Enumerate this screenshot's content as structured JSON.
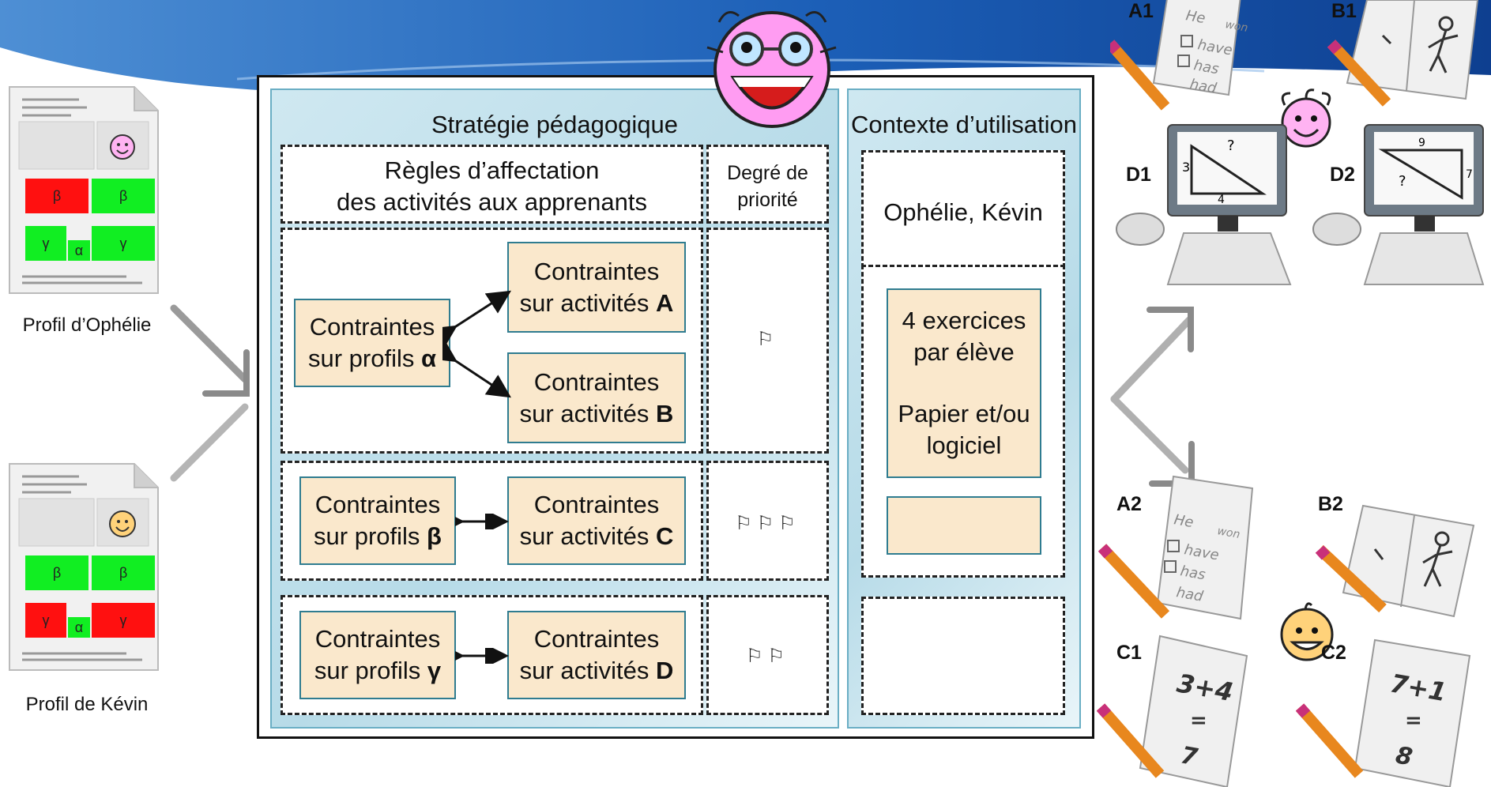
{
  "profiles": {
    "ophelie": {
      "caption": "Profil d’Ophélie",
      "row1": [
        {
          "label": "β",
          "color": "#ff1010"
        },
        {
          "label": "β",
          "color": "#11ee22"
        }
      ],
      "row2": [
        {
          "label": "γ",
          "color": "#11ee22"
        },
        {
          "label": "α",
          "color": "#11ee22"
        },
        {
          "label": "γ",
          "color": "#11ee22"
        }
      ]
    },
    "kevin": {
      "caption": "Profil de Kévin",
      "row1": [
        {
          "label": "β",
          "color": "#11ee22"
        },
        {
          "label": "β",
          "color": "#11ee22"
        }
      ],
      "row2": [
        {
          "label": "γ",
          "color": "#ff1010"
        },
        {
          "label": "α",
          "color": "#11ee22"
        },
        {
          "label": "γ",
          "color": "#ff1010"
        }
      ]
    }
  },
  "strategy": {
    "title": "Stratégie pédagogique",
    "rules_header_line1": "Règles d’affectation",
    "rules_header_line2": "des activités aux apprenants",
    "priority_header_line1": "Degré de",
    "priority_header_line2": "priorité",
    "rule1": {
      "profile_text": "Contraintes",
      "profile_text2": "sur profils ",
      "profile_bold": "α",
      "activity_a_text": "Contraintes",
      "activity_a_text2": "sur activités ",
      "activity_a_bold": "A",
      "activity_b_text": "Contraintes",
      "activity_b_text2": "sur activités ",
      "activity_b_bold": "B",
      "flags": "⚐"
    },
    "rule2": {
      "profile_text": "Contraintes",
      "profile_text2": "sur profils ",
      "profile_bold": "β",
      "activity_text": "Contraintes",
      "activity_text2": "sur activités ",
      "activity_bold": "C",
      "flags": "⚐⚐⚐"
    },
    "rule3": {
      "profile_text": "Contraintes",
      "profile_text2": "sur profils ",
      "profile_bold": "γ",
      "activity_text": "Contraintes",
      "activity_text2": "sur activités ",
      "activity_bold": "D",
      "flags": "⚐⚐"
    }
  },
  "context": {
    "title": "Contexte d’utilisation",
    "learners": "Ophélie, Kévin",
    "constraint_line1": "4 exercices",
    "constraint_line2": "par élève",
    "constraint_line3": "Papier et/ou",
    "constraint_line4": "logiciel"
  },
  "activities": {
    "A1": "A1",
    "B1": "B1",
    "D1": "D1",
    "D2": "D2",
    "A2": "A2",
    "B2": "B2",
    "C1": "C1",
    "C2": "C2",
    "sheet_he": "He",
    "sheet_won": "won",
    "sheet_have": "have",
    "sheet_has": "has",
    "sheet_had": "had",
    "d1_top": "?",
    "d1_left": "3",
    "d1_bottom": "4",
    "d2_top": "9",
    "d2_right": "7",
    "d2_mid": "?",
    "c1_expr": "3+4",
    "c1_eq": "=",
    "c1_res": "7",
    "c2_expr": "7+1",
    "c2_eq": "=",
    "c2_res": "8"
  }
}
